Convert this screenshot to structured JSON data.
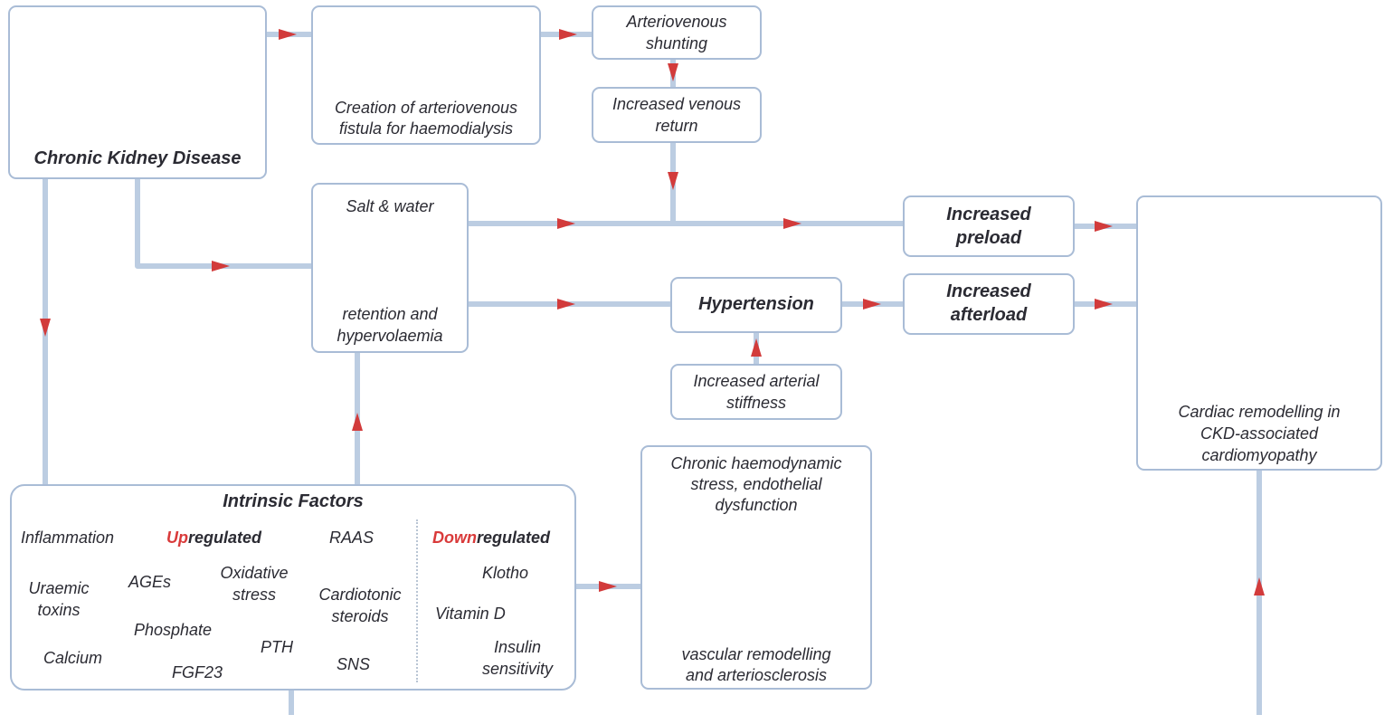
{
  "colors": {
    "connector": "#bccde2",
    "arrow": "#d23b3b",
    "box_border": "#a9bcd6",
    "text": "#2b2b33",
    "highlight": "#d93a3a"
  },
  "nodes": {
    "ckd": "Chronic Kidney Disease",
    "fistula_line1": "Creation of arteriovenous",
    "fistula_line2": "fistula for haemodialysis",
    "shunting_line1": "Arteriovenous",
    "shunting_line2": "shunting",
    "venous_line1": "Increased venous",
    "venous_line2": "return",
    "salt_top": "Salt & water",
    "salt_bottom1": "retention and",
    "salt_bottom2": "hypervolaemia",
    "preload_line1": "Increased",
    "preload_line2": "preload",
    "hypertension": "Hypertension",
    "afterload_line1": "Increased",
    "afterload_line2": "afterload",
    "stiffness_line1": "Increased arterial",
    "stiffness_line2": "stiffness",
    "chronic_line1": "Chronic haemodynamic",
    "chronic_line2": "stress, endothelial",
    "chronic_line3": "dysfunction",
    "vascular_line1": "vascular remodelling",
    "vascular_line2": "and arteriosclerosis",
    "cardiac_line1": "Cardiac remodelling in",
    "cardiac_line2": "CKD-associated",
    "cardiac_line3": "cardiomyopathy"
  },
  "intrinsic": {
    "title": "Intrinsic Factors",
    "up_prefix": "Up",
    "up_suffix": "regulated",
    "down_prefix": "Down",
    "down_suffix": "regulated",
    "inflammation": "Inflammation",
    "raas": "RAAS",
    "uraemic1": "Uraemic",
    "uraemic2": "toxins",
    "ages": "AGEs",
    "oxidative1": "Oxidative",
    "oxidative2": "stress",
    "cardiotonic1": "Cardiotonic",
    "cardiotonic2": "steroids",
    "phosphate": "Phosphate",
    "pth": "PTH",
    "calcium": "Calcium",
    "fgf23": "FGF23",
    "sns": "SNS",
    "klotho": "Klotho",
    "vitamin_d": "Vitamin D",
    "insulin1": "Insulin",
    "insulin2": "sensitivity"
  }
}
